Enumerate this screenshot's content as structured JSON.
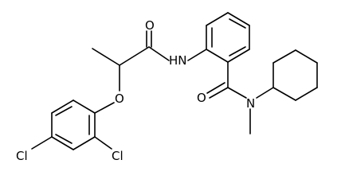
{
  "molecule": {
    "atoms": {
      "amide_o1": "O",
      "amide_nh": "HN",
      "ether_o": "O",
      "amide_o2": "O",
      "amide_n": "N",
      "cl_left": "Cl",
      "cl_right": "Cl"
    }
  }
}
